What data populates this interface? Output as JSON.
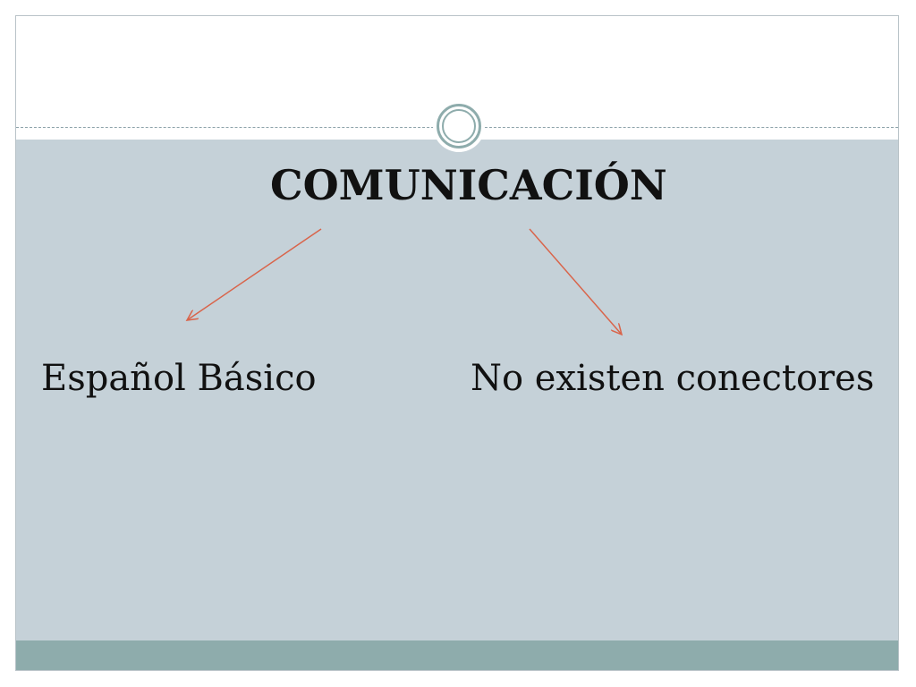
{
  "diagram": {
    "title": "COMUNICACIÓN",
    "nodes": [
      {
        "label": "Español Básico"
      },
      {
        "label": "No existen conectores"
      }
    ],
    "edges": [
      {
        "from": "COMUNICACIÓN",
        "to": "Español Básico"
      },
      {
        "from": "COMUNICACIÓN",
        "to": "No existen conectores"
      }
    ],
    "arrow_color": "#d9644a",
    "panel_color": "#c5d1d8",
    "accent_color": "#8eacac"
  }
}
